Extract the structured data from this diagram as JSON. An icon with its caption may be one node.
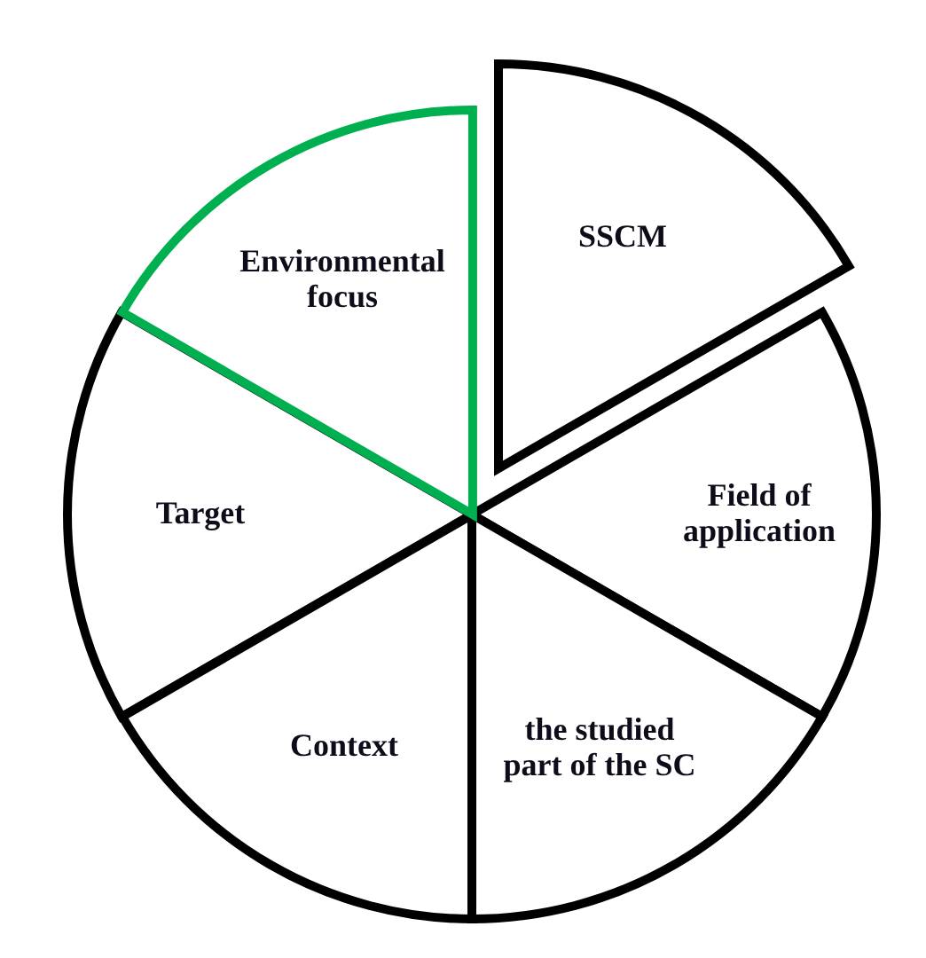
{
  "diagram": {
    "nodes": [
      {
        "text": [
          "Environmental focus"
        ]
      },
      {
        "text": [
          "SSCM"
        ]
      },
      {
        "text": [
          "Target"
        ]
      },
      {
        "text": [
          "Field of application"
        ]
      },
      {
        "text": [
          "Context"
        ]
      },
      {
        "text": [
          "the studied part of the SC"
        ]
      }
    ]
  }
}
